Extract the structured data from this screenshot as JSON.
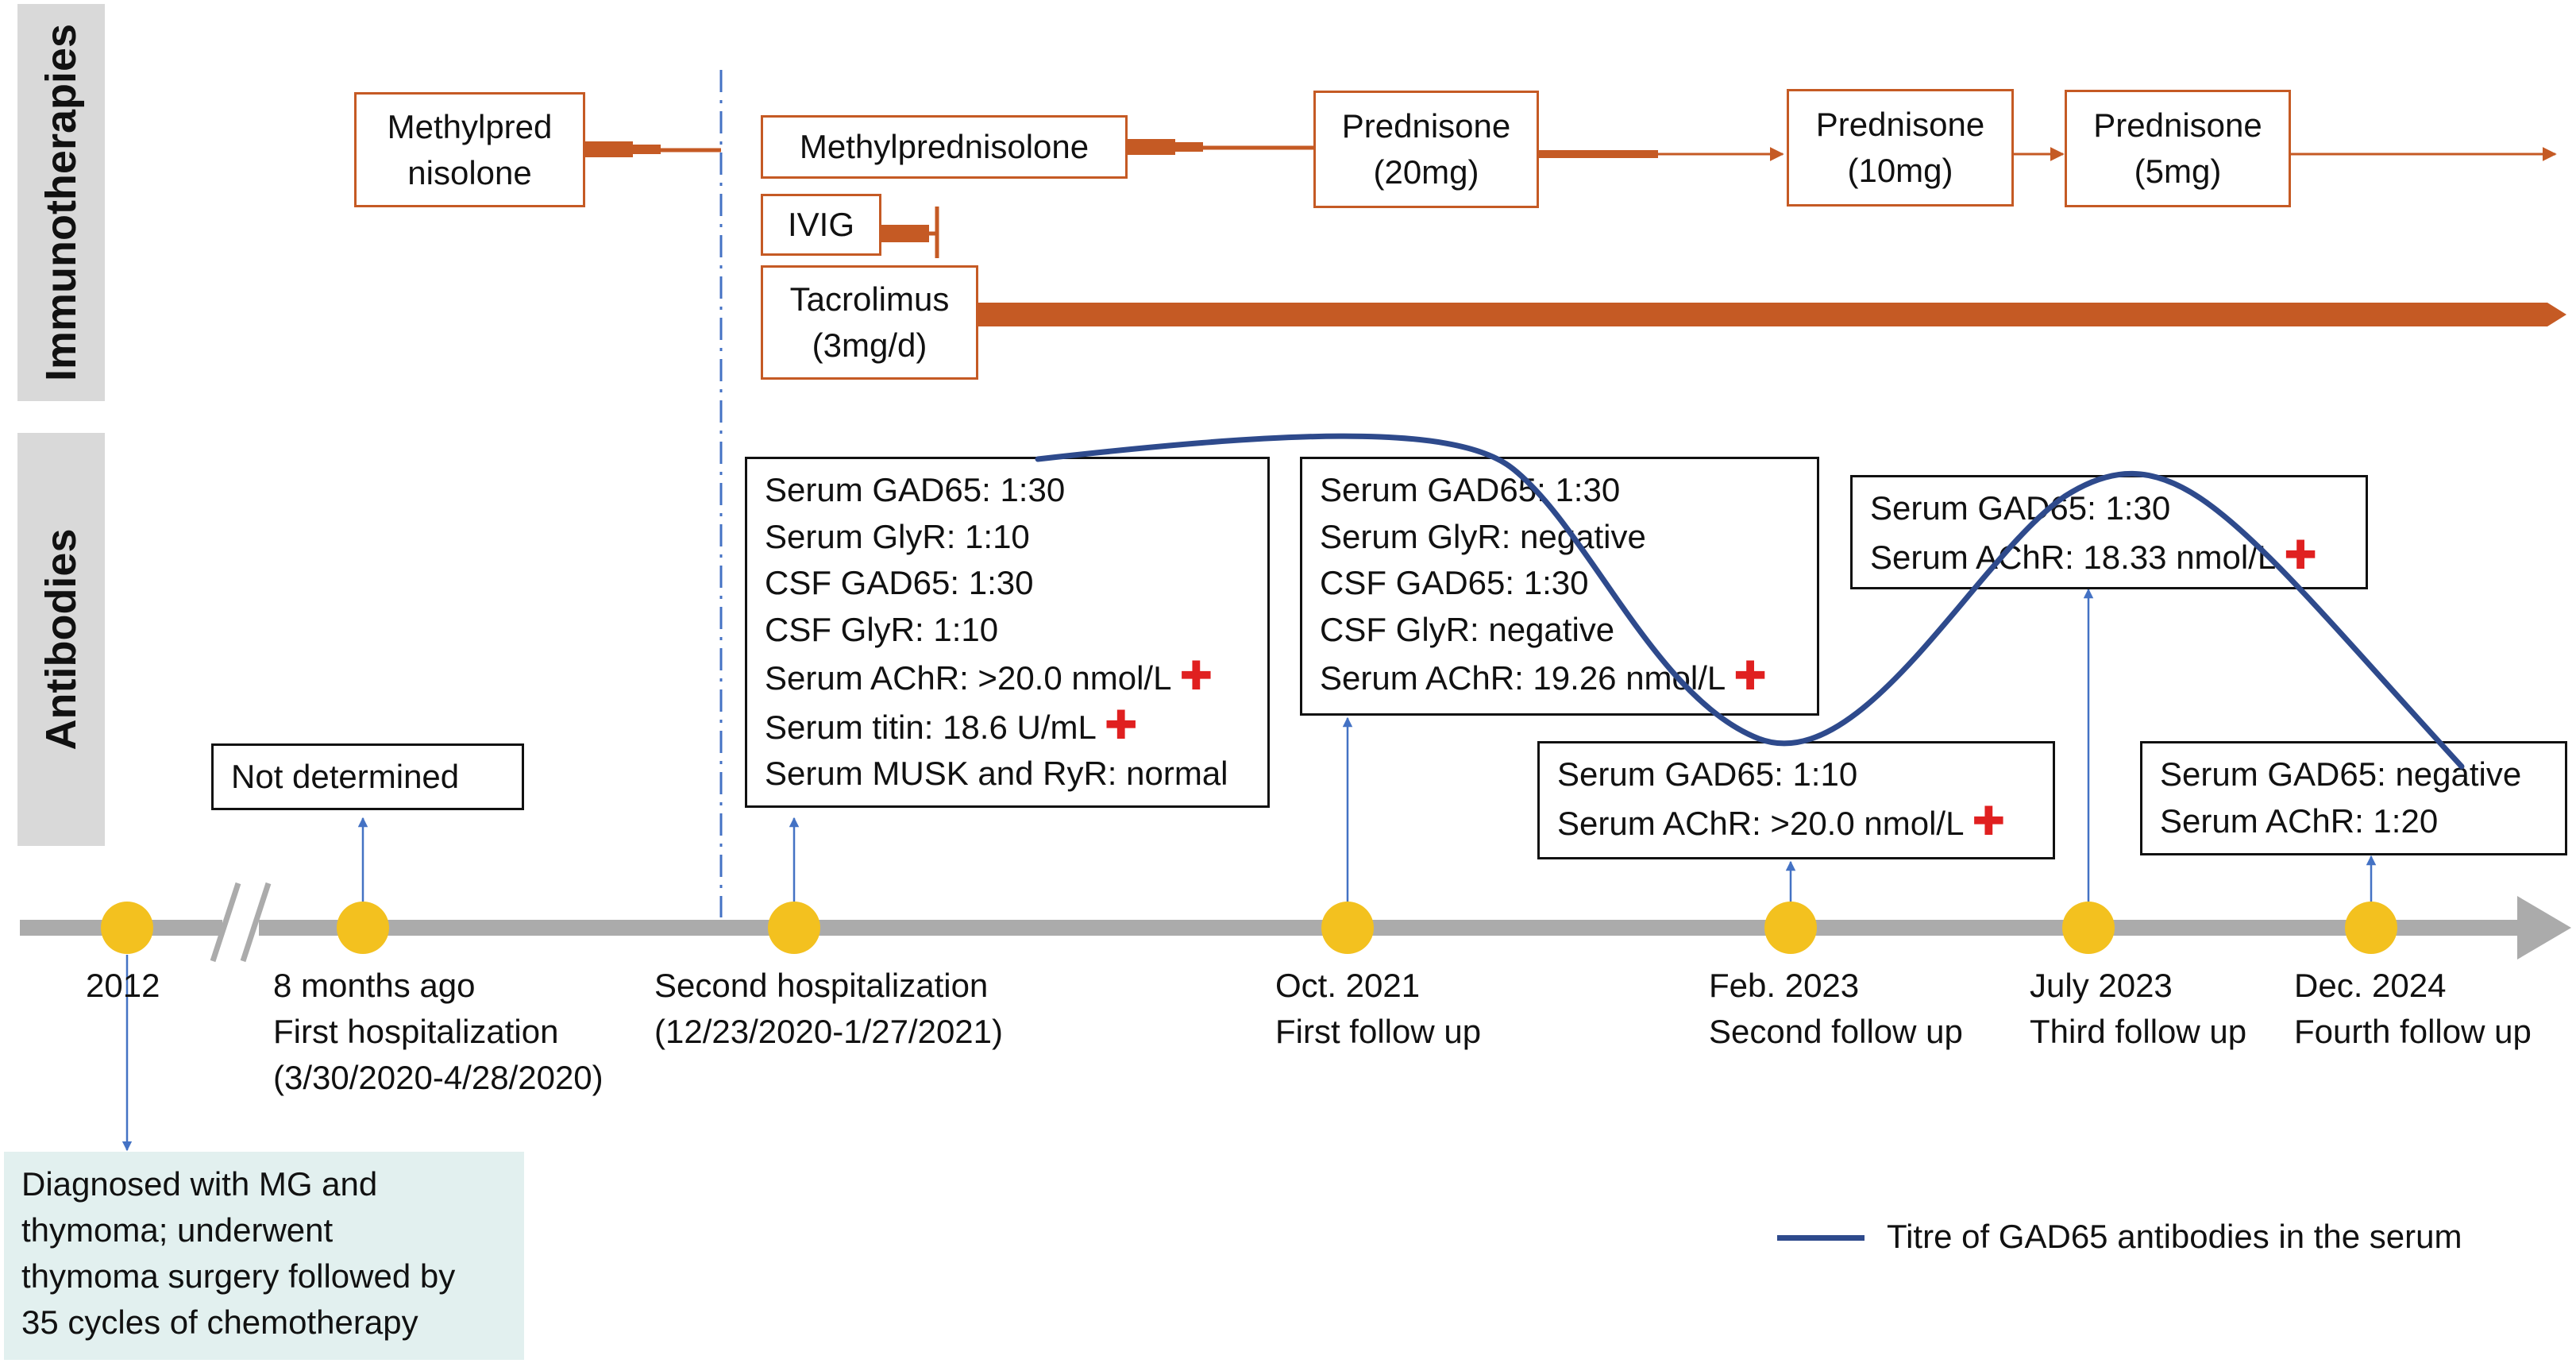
{
  "colors": {
    "therapy": "#c55a24",
    "timeline": "#ababab",
    "event_dot": "#f3c11f",
    "arrow_blue": "#4472c4",
    "curve": "#2e4a8c",
    "positive_mark": "#e02020"
  },
  "side_labels": {
    "immunotherapies": "Immunotherapies",
    "antibodies": "Antibodies"
  },
  "therapies": [
    {
      "id": "mp1",
      "lines": [
        "Methylpred",
        "nisolone"
      ]
    },
    {
      "id": "mp2",
      "lines": [
        "Methylprednisolone"
      ]
    },
    {
      "id": "ivig",
      "lines": [
        "IVIG"
      ]
    },
    {
      "id": "tac",
      "lines": [
        "Tacrolimus",
        "(3mg/d)"
      ]
    },
    {
      "id": "pred20",
      "lines": [
        "Prednisone",
        "(20mg)"
      ]
    },
    {
      "id": "pred10",
      "lines": [
        "Prednisone",
        "(10mg)"
      ]
    },
    {
      "id": "pred5",
      "lines": [
        "Prednisone",
        "(5mg)"
      ]
    }
  ],
  "antibody_boxes": [
    {
      "id": "nd",
      "lines": [
        {
          "text": "Not determined"
        }
      ]
    },
    {
      "id": "hosp2",
      "lines": [
        {
          "text": "Serum GAD65: 1:30"
        },
        {
          "text": "Serum GlyR: 1:10"
        },
        {
          "text": "CSF GAD65: 1:30"
        },
        {
          "text": "CSF GlyR: 1:10"
        },
        {
          "text": "Serum AChR: >20.0 nmol/L",
          "positive": true
        },
        {
          "text": "Serum titin:  18.6 U/mL",
          "positive": true
        },
        {
          "text": "Serum MUSK and RyR: normal"
        }
      ]
    },
    {
      "id": "fu1",
      "lines": [
        {
          "text": "Serum GAD65: 1:30"
        },
        {
          "text": "Serum GlyR: negative"
        },
        {
          "text": "CSF GAD65: 1:30"
        },
        {
          "text": "CSF GlyR: negative"
        },
        {
          "text": "Serum AChR: 19.26 nmol/L",
          "positive": true
        }
      ]
    },
    {
      "id": "fu2",
      "lines": [
        {
          "text": "Serum GAD65: 1:10"
        },
        {
          "text": "Serum AChR: >20.0 nmol/L",
          "positive": true
        }
      ]
    },
    {
      "id": "fu3",
      "lines": [
        {
          "text": "Serum GAD65: 1:30"
        },
        {
          "text": "Serum AChR: 18.33 nmol/L",
          "positive": true
        }
      ]
    },
    {
      "id": "fu4",
      "lines": [
        {
          "text": "Serum GAD65: negative"
        },
        {
          "text": "Serum AChR: 1:20"
        }
      ]
    }
  ],
  "positive_symbol": "✚",
  "timeline_events": [
    {
      "id": "e2012",
      "lines": [
        "2012"
      ]
    },
    {
      "id": "e1",
      "lines": [
        "8 months ago",
        "First hospitalization",
        "(3/30/2020-4/28/2020)"
      ]
    },
    {
      "id": "e2",
      "lines": [
        "Second hospitalization",
        "(12/23/2020-1/27/2021)"
      ]
    },
    {
      "id": "e3",
      "lines": [
        "Oct. 2021",
        "First follow up"
      ]
    },
    {
      "id": "e4",
      "lines": [
        "Feb. 2023",
        "Second follow up"
      ]
    },
    {
      "id": "e5",
      "lines": [
        "July 2023",
        "Third follow up"
      ]
    },
    {
      "id": "e6",
      "lines": [
        "Dec. 2024",
        "Fourth follow up"
      ]
    }
  ],
  "history_note": [
    "Diagnosed with MG and",
    "thymoma; underwent",
    "thymoma surgery followed by",
    "35 cycles of chemotherapy"
  ],
  "legend": {
    "label": "Titre of GAD65 antibodies in the serum"
  }
}
